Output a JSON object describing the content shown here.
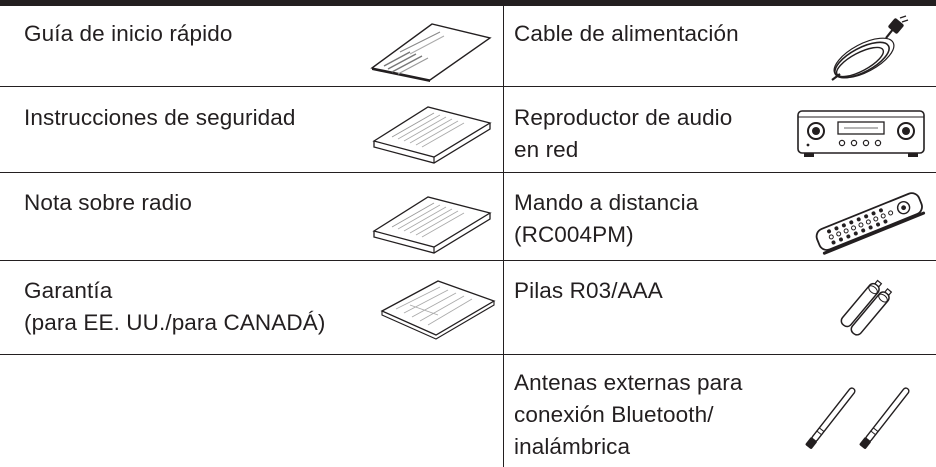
{
  "table": {
    "left": [
      {
        "label": "Guía de inicio rápido",
        "icon": "booklet-icon"
      },
      {
        "label": "Instrucciones de seguridad",
        "icon": "leaflet-icon"
      },
      {
        "label": "Nota sobre radio",
        "icon": "leaflet-icon"
      },
      {
        "label": "Garantía\n(para EE. UU./para CANADÁ)",
        "icon": "warranty-sheet-icon"
      },
      {
        "label": "",
        "icon": ""
      }
    ],
    "right": [
      {
        "label": "Cable de alimentación",
        "icon": "power-cord-icon"
      },
      {
        "label": "Reproductor de audio\nen red",
        "icon": "network-audio-player-icon"
      },
      {
        "label": "Mando a distancia\n(RC004PM)",
        "icon": "remote-control-icon"
      },
      {
        "label": "Pilas R03/AAA",
        "icon": "batteries-icon"
      },
      {
        "label": "Antenas externas para\nconexión Bluetooth/\ninalámbrica",
        "icon": "antennas-icon"
      }
    ]
  }
}
